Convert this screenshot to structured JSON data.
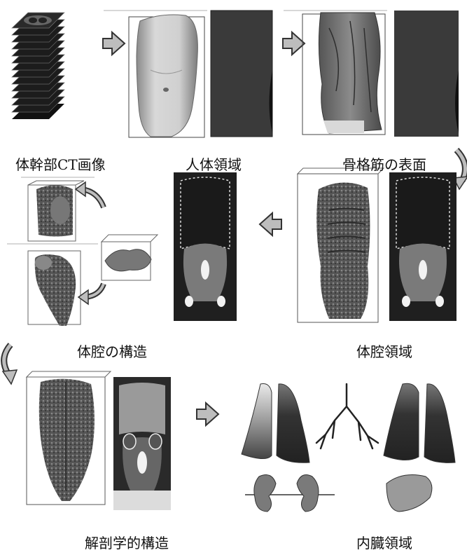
{
  "labels": {
    "ct_images": "体幹部CT画像",
    "body_region": "人体領域",
    "muscle_surface": "骨格筋の表面",
    "cavity_structure": "体腔の構造",
    "cavity_region": "体腔領域",
    "anatomical_structure": "解剖学的構造",
    "organ_region": "内臓領域"
  },
  "colors": {
    "scan_dark": "#2a2a2a",
    "tissue_gray": "#7a7a7a",
    "bone_white": "#f2f2f2",
    "arrow_gray": "#bdbdbd",
    "body_surface": "#cfcfcf"
  }
}
